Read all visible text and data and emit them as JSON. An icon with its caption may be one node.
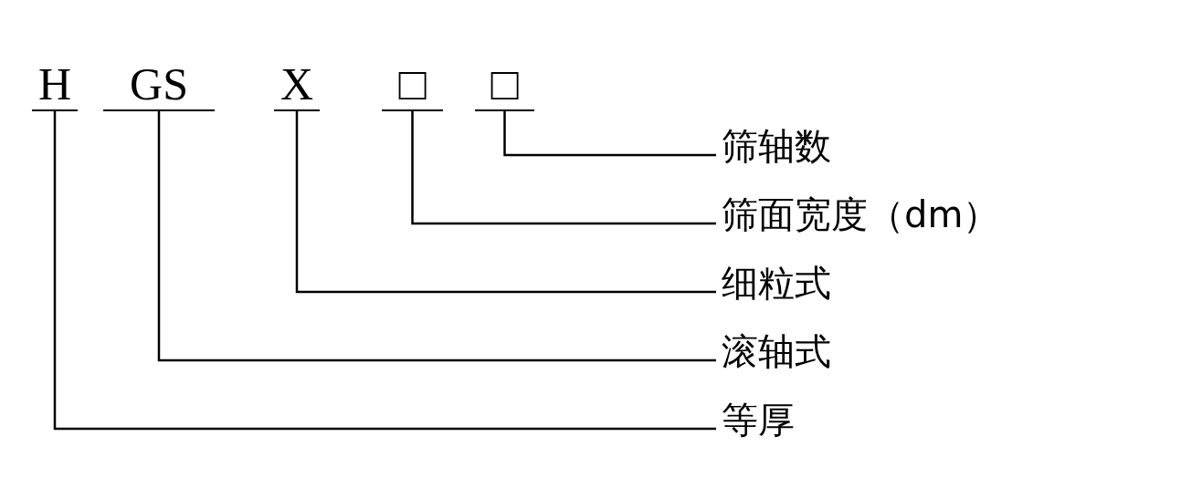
{
  "diagram": {
    "nodes": [
      {
        "text": [
          "H"
        ]
      },
      {
        "text": [
          "GS"
        ]
      },
      {
        "text": [
          "X"
        ]
      },
      {
        "text": [
          "□"
        ]
      },
      {
        "text": [
          "□"
        ]
      },
      {
        "text": [
          "筛轴数"
        ]
      },
      {
        "text": [
          "筛面宽度（dm）"
        ]
      },
      {
        "text": [
          "细粒式"
        ]
      },
      {
        "text": [
          "滚轴式"
        ]
      },
      {
        "text": [
          "等厚"
        ]
      }
    ],
    "edges": [
      {
        "from": 4,
        "to": 5,
        "arrow": "none"
      },
      {
        "from": 3,
        "to": 6,
        "arrow": "none"
      },
      {
        "from": 2,
        "to": 7,
        "arrow": "none"
      },
      {
        "from": 1,
        "to": 8,
        "arrow": "none"
      },
      {
        "from": 0,
        "to": 9,
        "arrow": "none"
      }
    ]
  }
}
